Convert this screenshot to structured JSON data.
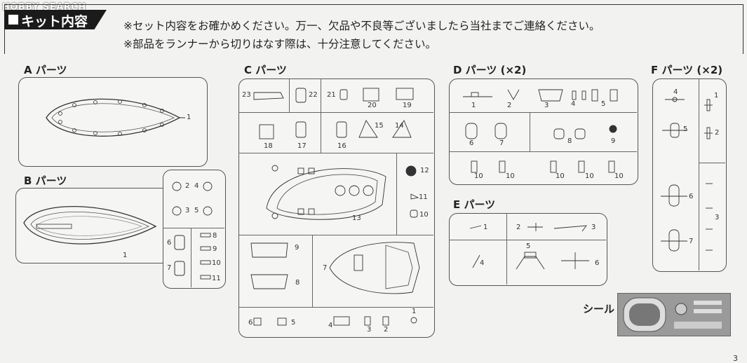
{
  "watermark": "HOBBY SEARCH",
  "header": {
    "title": "キット内容",
    "note1": "※セット内容をお確かめください。万一、欠品や不良等ございましたら当社までご連絡ください。",
    "note2": "※部品をランナーから切りはなす際は、十分注意してください。"
  },
  "groups": {
    "a": "A パーツ",
    "b": "B パーツ",
    "c": "C パーツ",
    "d": "D パーツ (×2)",
    "e": "E パーツ",
    "f": "F パーツ (×2)",
    "seal": "シール"
  },
  "a_parts": [
    "1"
  ],
  "b_parts": [
    "1",
    "2",
    "4",
    "3",
    "5",
    "6",
    "7",
    "8",
    "9",
    "10",
    "11"
  ],
  "c_parts": [
    "23",
    "22",
    "21",
    "20",
    "19",
    "18",
    "17",
    "16",
    "15",
    "14",
    "13",
    "12",
    "11",
    "10",
    "9",
    "8",
    "7",
    "6",
    "5",
    "4",
    "3",
    "2",
    "1"
  ],
  "d_parts": [
    "1",
    "2",
    "3",
    "4",
    "5",
    "6",
    "7",
    "8",
    "9",
    "10",
    "10",
    "10",
    "10",
    "10"
  ],
  "e_parts": [
    "1",
    "2",
    "3",
    "4",
    "5",
    "6"
  ],
  "f_parts": [
    "4",
    "1",
    "5",
    "2",
    "6",
    "3",
    "7"
  ],
  "page_number": "3"
}
